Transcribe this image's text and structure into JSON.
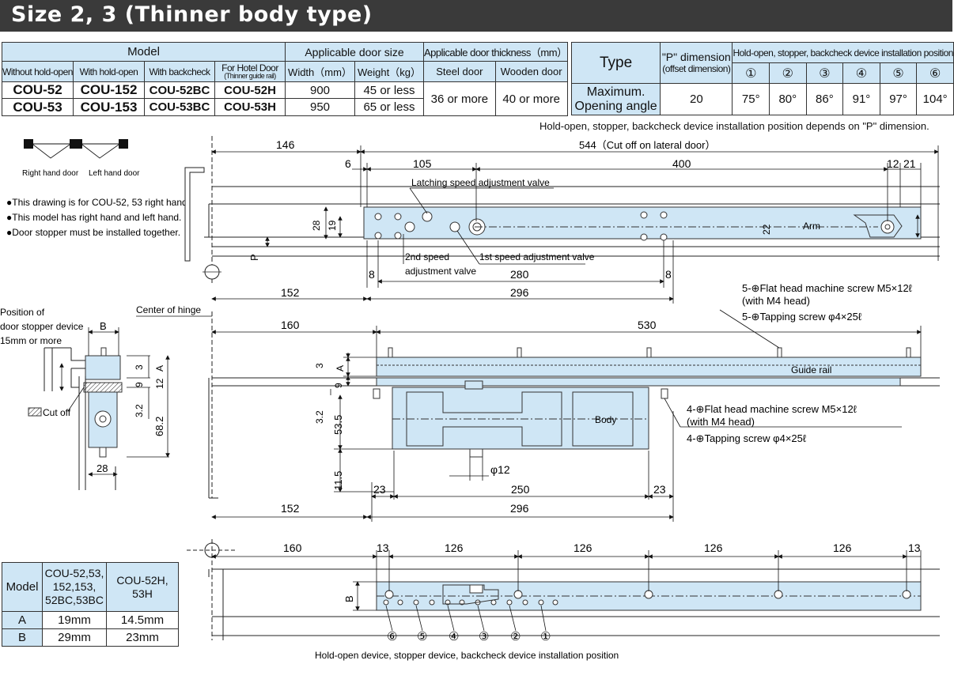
{
  "title": "Size 2, 3 (Thinner body type)",
  "model_table": {
    "group_model": "Model",
    "group_door_size": "Applicable door size",
    "group_thickness": "Applicable door thickness（mm）",
    "col_without": "Without hold-open",
    "col_with": "With hold-open",
    "col_backcheck": "With backcheck",
    "col_hotel": "For Hotel Door",
    "col_hotel_sub": "(Thinner guide rail)",
    "col_width": "Width（mm）",
    "col_weight": "Weight（kg）",
    "col_steel": "Steel door",
    "col_wooden": "Wooden door",
    "rows": [
      {
        "without": "COU-52",
        "with": "COU-152",
        "backcheck": "COU-52BC",
        "hotel": "COU-52H",
        "width": "900",
        "weight": "45 or less"
      },
      {
        "without": "COU-53",
        "with": "COU-153",
        "backcheck": "COU-53BC",
        "hotel": "COU-53H",
        "width": "950",
        "weight": "65 or less"
      }
    ],
    "steel": "36 or more",
    "wooden": "40 or more"
  },
  "type_table": {
    "type_label": "Type",
    "p_label": "\"P\" dimension",
    "p_sub": "(offset dimension)",
    "position_header": "Hold-open, stopper, backcheck device installation position",
    "positions": [
      "①",
      "②",
      "③",
      "④",
      "⑤",
      "⑥"
    ],
    "row_label_1": "Maximum.",
    "row_label_2": "Opening angle",
    "p_value": "20",
    "angles": [
      "75°",
      "80°",
      "86°",
      "91°",
      "97°",
      "104°"
    ],
    "note": "Hold-open, stopper, backcheck device installation position depends on \"P\" dimension."
  },
  "ab_table": {
    "model_label": "Model",
    "col1_l1": "COU-52,53,",
    "col1_l2": "152,153,",
    "col1_l3": "52BC,53BC",
    "col2_l1": "COU-52H,",
    "col2_l2": "53H",
    "rows": [
      {
        "label": "A",
        "v1": "19mm",
        "v2": "14.5mm"
      },
      {
        "label": "B",
        "v1": "29mm",
        "v2": "23mm"
      }
    ]
  },
  "notes": {
    "right_door": "Right hand door",
    "left_door": "Left hand door",
    "n1": "●This drawing is for COU-52, 53 right hand.",
    "n2": "●This model has right hand and left hand.",
    "n3": "●Door stopper must be installed together.",
    "stopper_pos_1": "Position of",
    "stopper_pos_2": "door stopper device",
    "stopper_pos_3": "15mm or more",
    "center_hinge": "Center of hinge",
    "cut_off": "Cut off"
  },
  "drawing1": {
    "d146": "146",
    "d544": "544（Cut off on lateral door）",
    "d6": "6",
    "d105": "105",
    "d400": "400",
    "d12": "12",
    "d21": "21",
    "latching": "Latching speed adjustment valve",
    "d28": "28",
    "d19": "19",
    "d22": "22",
    "arm": "Arm",
    "p": "P",
    "second1": "2nd speed",
    "second2": "adjustment valve",
    "first": "1st speed adjustment valve",
    "d8a": "8",
    "d280": "280",
    "d8b": "8",
    "d152": "152",
    "d296": "296"
  },
  "drawing2": {
    "screw5a": "5-⊕Flat head machine screw M5×12ℓ",
    "screw5b": "(with M4 head)",
    "screw5c": "5-⊕Tapping screw φ4×25ℓ",
    "d160": "160",
    "d530": "530",
    "guide_rail": "Guide rail",
    "body": "Body",
    "screw4a": "4-⊕Flat head machine screw M5×12ℓ",
    "screw4b": "(with M4 head)",
    "screw4c": "4-⊕Tapping screw φ4×25ℓ",
    "d3": "3",
    "a": "A",
    "d9": "9",
    "d3_2": "3.2",
    "d53_5": "53.5",
    "d11_5": "11.5",
    "phi12": "φ12",
    "d23a": "23",
    "d250": "250",
    "d23b": "23",
    "d152": "152",
    "d296": "296",
    "s_b": "B",
    "s_3": "3",
    "s_a": "A",
    "s_9": "9",
    "s_12": "12",
    "s_3_2": "3.2",
    "s_68_2": "68.2",
    "s_28": "28"
  },
  "drawing3": {
    "d160": "160",
    "d13a": "13",
    "d126a": "126",
    "d126b": "126",
    "d126c": "126",
    "d126d": "126",
    "d13b": "13",
    "b": "B",
    "markers": [
      "⑥",
      "⑤",
      "④",
      "③",
      "②",
      "①"
    ],
    "caption": "Hold-open device, stopper device, backcheck device installation position"
  }
}
